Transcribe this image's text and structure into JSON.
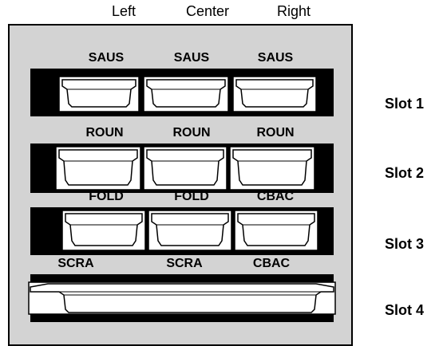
{
  "columns": [
    "Left",
    "Center",
    "Right"
  ],
  "slots": [
    {
      "label": "Slot 1",
      "pans": [
        "SAUS",
        "SAUS",
        "SAUS"
      ]
    },
    {
      "label": "Slot 2",
      "pans": [
        "ROUN",
        "ROUN",
        "ROUN"
      ]
    },
    {
      "label": "Slot 3",
      "pans": [
        "FOLD",
        "FOLD",
        "CBAC"
      ]
    },
    {
      "label": "Slot 4",
      "pans": [
        "SCRA",
        "SCRA",
        "CBAC"
      ]
    }
  ],
  "colors": {
    "cabinet": "#d3d3d3",
    "band": "#000000",
    "pan_fill": "#ffffff"
  }
}
